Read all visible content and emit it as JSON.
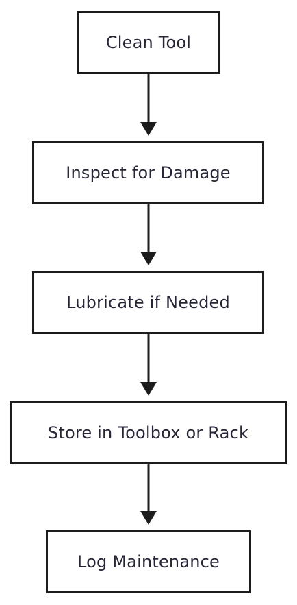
{
  "diagram": {
    "type": "flowchart",
    "direction": "top-to-bottom",
    "nodes": [
      {
        "id": "clean",
        "label": "Clean Tool"
      },
      {
        "id": "inspect",
        "label": "Inspect for Damage"
      },
      {
        "id": "lubricate",
        "label": "Lubricate if Needed"
      },
      {
        "id": "store",
        "label": "Store in Toolbox or Rack"
      },
      {
        "id": "log",
        "label": "Log Maintenance"
      }
    ],
    "edges": [
      {
        "from": "clean",
        "to": "inspect"
      },
      {
        "from": "inspect",
        "to": "lubricate"
      },
      {
        "from": "lubricate",
        "to": "store"
      },
      {
        "from": "store",
        "to": "log"
      }
    ],
    "colors": {
      "stroke": "#1c1c1c",
      "text": "#262636",
      "background": "#ffffff"
    }
  }
}
